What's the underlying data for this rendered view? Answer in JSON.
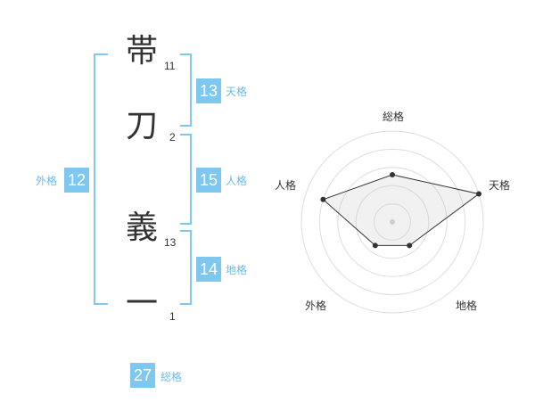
{
  "name": {
    "chars": [
      {
        "char": "帯",
        "strokes": "11"
      },
      {
        "char": "刀",
        "strokes": "2"
      },
      {
        "char": "義",
        "strokes": "13"
      },
      {
        "char": "一",
        "strokes": "1"
      }
    ]
  },
  "scores": {
    "tenkaku": {
      "value": "13",
      "label": "天格"
    },
    "jinkaku": {
      "value": "15",
      "label": "人格"
    },
    "chikaku": {
      "value": "14",
      "label": "地格"
    },
    "gaikaku": {
      "value": "12",
      "label": "外格"
    },
    "soukaku": {
      "value": "27",
      "label": "総格"
    }
  },
  "colors": {
    "accent": "#7ec8f0",
    "text": "#333333",
    "label": "#6cbbe8"
  },
  "chart_data": {
    "type": "radar",
    "axes": [
      "総格",
      "天格",
      "地格",
      "外格",
      "人格"
    ],
    "max": 5,
    "rings": 5,
    "values": [
      2.6,
      5,
      1.6,
      1.6,
      4.0
    ],
    "grid": true
  }
}
